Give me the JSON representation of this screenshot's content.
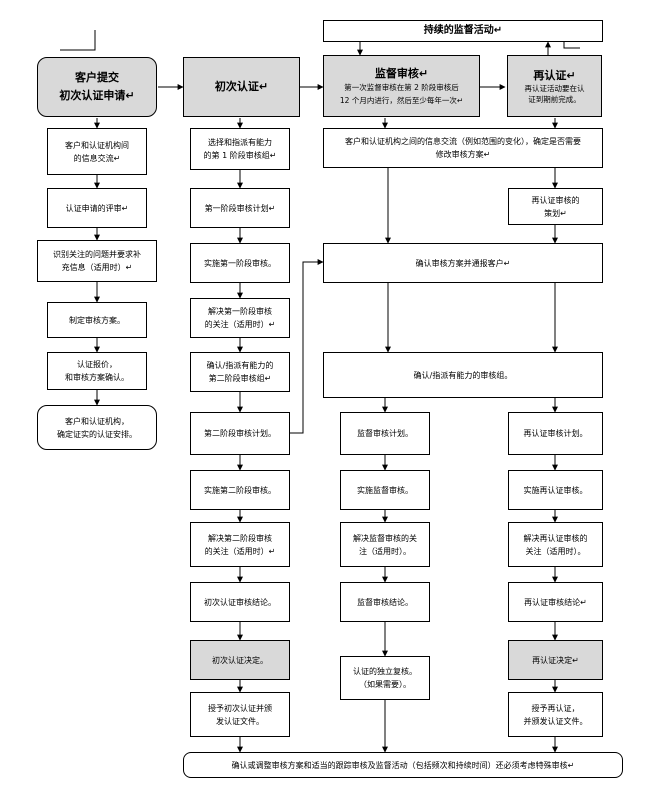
{
  "top_banner": "持续的监督活动↵",
  "col1": {
    "head": "客户提交\n初次认证申请↵",
    "steps": [
      "客户和认证机构间\n的信息交流↵",
      "认证申请的评审↵",
      "识别关注的问题并要求补\n充信息（适用时）↵",
      "制定审核方案。",
      "认证报价，\n和审核方案确认。",
      "客户和认证机构，\n确定证实的认证安排。"
    ]
  },
  "col2": {
    "head": "初次认证↵",
    "steps": [
      "选择和指派有能力\n的第 1 阶段审核组↵",
      "第一阶段审核计划↵",
      "实施第一阶段审核。",
      "解决第一阶段审核\n的关注（适用时）↵",
      "确认/指派有能力的\n第二阶段审核组↵",
      "第二阶段审核计划。",
      "实施第二阶段审核。",
      "解决第二阶段审核\n的关注（适用时）↵",
      "初次认证审核结论。",
      "初次认证决定。",
      "授予初次认证并颁\n发认证文件。"
    ]
  },
  "col3": {
    "head": "监督审核↵",
    "head_sub": "第一次监督审核在第 2 阶段审核后\n12 个月内进行，然后至少每年一次↵",
    "steps": [
      "监督审核计划。",
      "实施监督审核。",
      "解决监督审核的关\n注（适用时）。",
      "监督审核结论。",
      "认证的独立复核。\n（如果需要）。"
    ]
  },
  "col4": {
    "head": "再认证↵",
    "head_sub": "再认证活动要在认\n证到期前完成。",
    "planning": "再认证审核的\n策划↵",
    "steps": [
      "再认证审核计划。",
      "实施再认证审核。",
      "解决再认证审核的\n关注（适用时）。",
      "再认证审核结论↵",
      "再认证决定↵",
      "授予再认证，\n并颁发认证文件。"
    ]
  },
  "shared": {
    "info_exchange": "客户和认证机构之间的信息交流（例如范围的变化），确定是否需要\n修改审核方案↵",
    "confirm_plan": "确认审核方案并通报客户↵",
    "assign_team": "确认/指派有能力的审核组。"
  },
  "bottom": "确认或调整审核方案和适当的跟踪审核及监督活动（包括频次和持续时间）还必须考虑特殊审核↵"
}
